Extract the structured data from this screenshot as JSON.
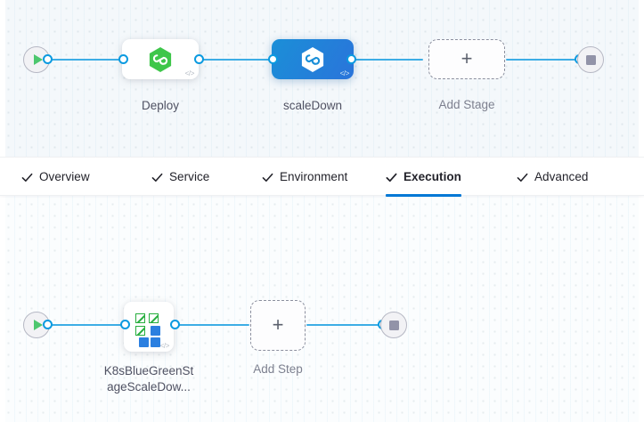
{
  "stage_canvas": {
    "start_node": {
      "icon": "play-icon",
      "label": ""
    },
    "end_node": {
      "icon": "stop-icon",
      "label": ""
    },
    "nodes": [
      {
        "id": "deploy",
        "label": "Deploy",
        "icon": "harness-hexagon-green-icon",
        "selected": false,
        "code_badge": "</>"
      },
      {
        "id": "scaledown",
        "label": "scaleDown",
        "icon": "harness-hexagon-white-icon",
        "selected": true,
        "code_badge": "</>"
      }
    ],
    "add_stage": {
      "label": "Add Stage",
      "glyph": "+"
    }
  },
  "tabs": [
    {
      "id": "overview",
      "label": "Overview",
      "icon": "check-icon",
      "active": false
    },
    {
      "id": "service",
      "label": "Service",
      "icon": "check-icon",
      "active": false
    },
    {
      "id": "environment",
      "label": "Environment",
      "icon": "check-icon",
      "active": false
    },
    {
      "id": "execution",
      "label": "Execution",
      "icon": "check-icon",
      "active": true
    },
    {
      "id": "advanced",
      "label": "Advanced",
      "icon": "check-icon",
      "active": false
    }
  ],
  "step_canvas": {
    "start_node": {
      "icon": "play-icon"
    },
    "end_node": {
      "icon": "stop-icon"
    },
    "nodes": [
      {
        "id": "k8s-bluegreen-scaledown",
        "label_line1": "K8sBlueGreenSt",
        "label_line2": "ageScaleDow...",
        "icon": "k8s-bluegreen-scale-icon",
        "code_badge": "</>"
      }
    ],
    "add_step": {
      "label": "Add Step",
      "glyph": "+"
    }
  },
  "colors": {
    "accent_blue": "#0278d5",
    "edge_blue": "#3dade5",
    "port_blue": "#0b9ae0",
    "selected_node_blue": "#1b8fd8",
    "harness_green": "#4dc76e",
    "k8s_green": "#27ae3e",
    "k8s_blue": "#2b7fe0",
    "stage_canvas_bg": "#f4f8fb",
    "step_canvas_bg": "#fbfdfe",
    "text_primary": "#22222a",
    "text_muted": "#7d808f"
  }
}
